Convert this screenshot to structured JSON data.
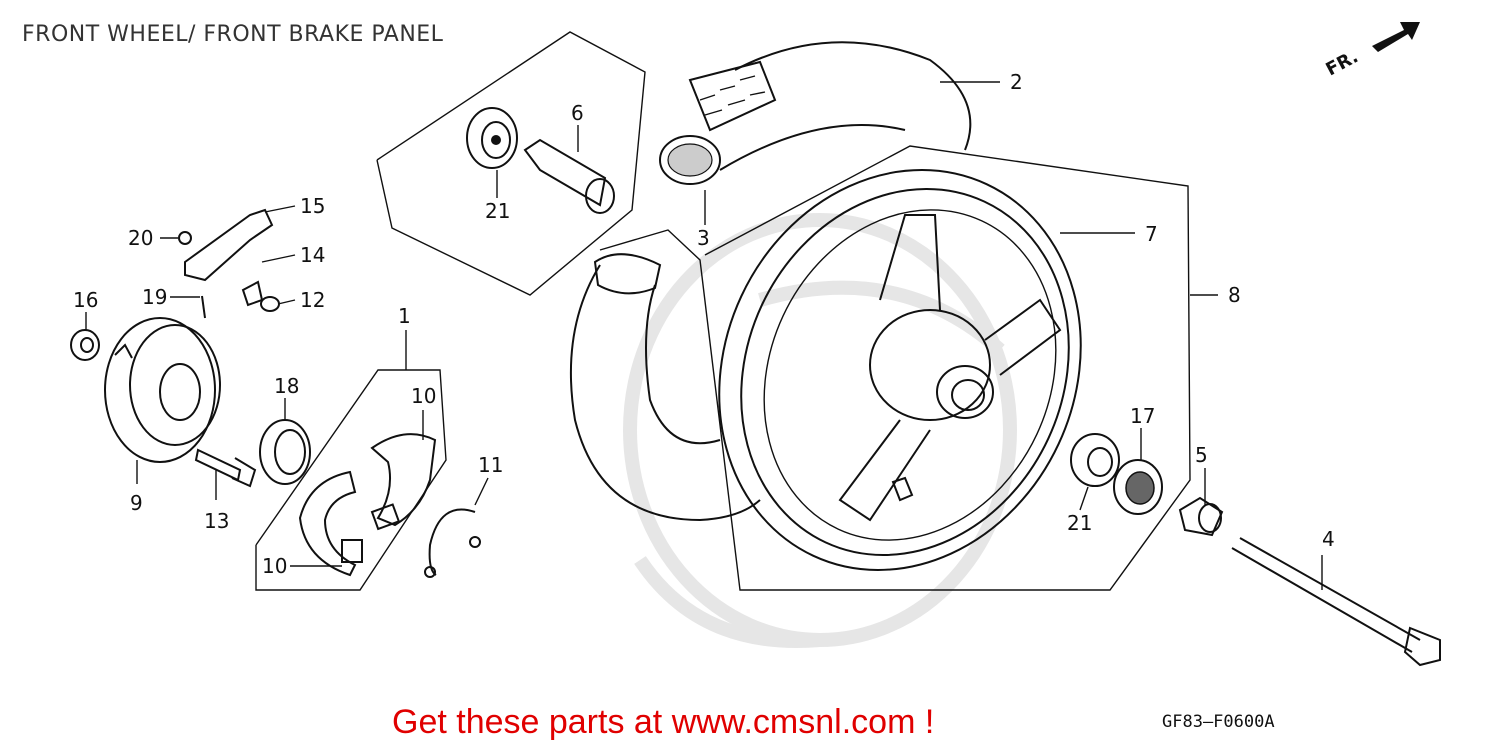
{
  "header": {
    "title": "FRONT WHEEL/ FRONT BRAKE PANEL"
  },
  "footer": {
    "promo": "Get these parts at www.cmsnl.com !",
    "code": "GF83–F0600A"
  },
  "direction": {
    "label": "FR."
  },
  "callouts": {
    "c1": "1",
    "c2": "2",
    "c3": "3",
    "c4": "4",
    "c5": "5",
    "c6": "6",
    "c7": "7",
    "c8": "8",
    "c9": "9",
    "c10a": "10",
    "c10b": "10",
    "c11": "11",
    "c12": "12",
    "c13": "13",
    "c14": "14",
    "c15": "15",
    "c16": "16",
    "c17": "17",
    "c18": "18",
    "c19": "19",
    "c20": "20",
    "c21a": "21",
    "c21b": "21"
  }
}
